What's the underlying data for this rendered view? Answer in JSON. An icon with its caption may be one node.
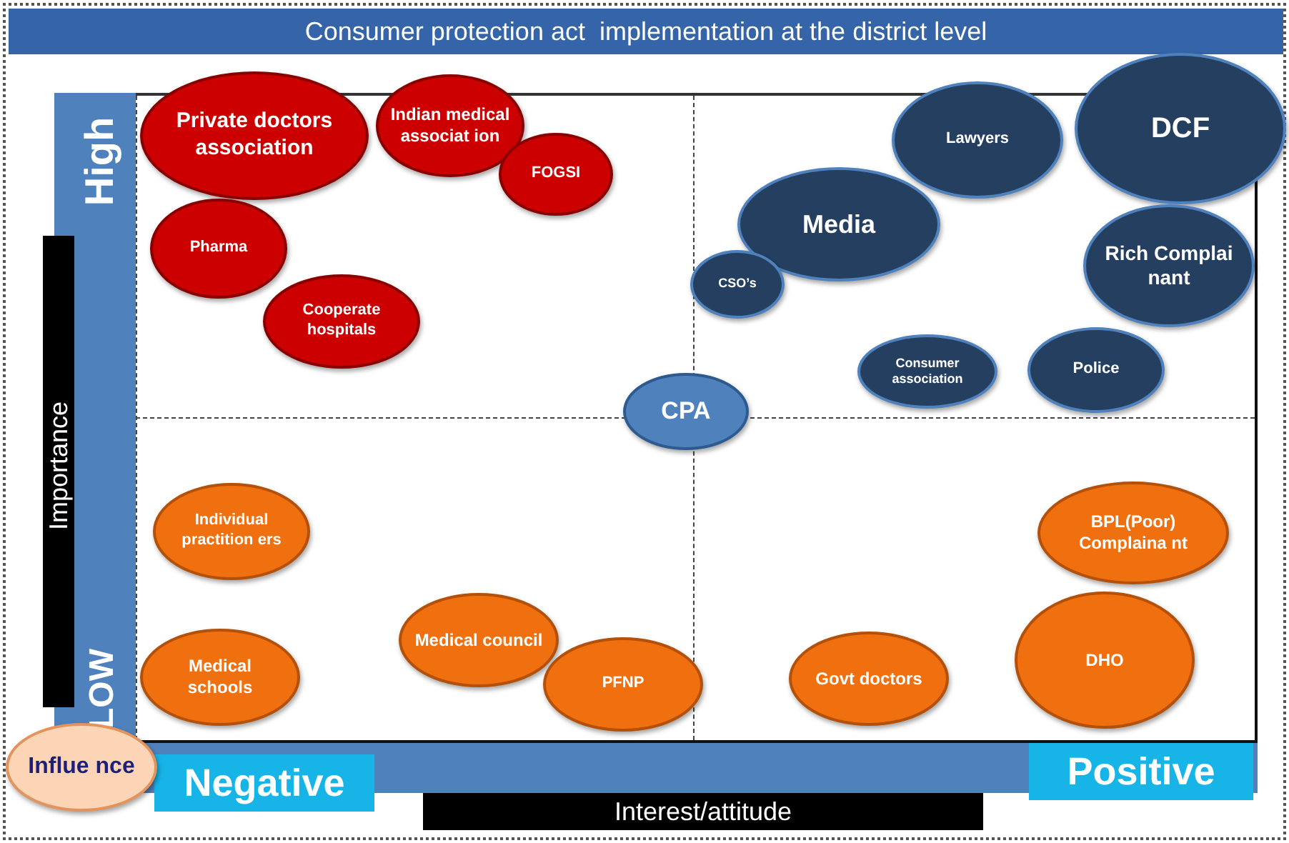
{
  "diagram": {
    "title": "Consumer protection act  implementation at the district level",
    "nodes": [
      {
        "text": [
          "Private doctors association"
        ]
      },
      {
        "text": [
          "Indian medical associat ion"
        ]
      },
      {
        "text": [
          "FOGSI"
        ]
      },
      {
        "text": [
          "Pharma"
        ]
      },
      {
        "text": [
          "Cooperate hospitals"
        ]
      },
      {
        "text": [
          "Lawyers"
        ]
      },
      {
        "text": [
          "DCF"
        ]
      },
      {
        "text": [
          "Media"
        ]
      },
      {
        "text": [
          "CSO’s"
        ]
      },
      {
        "text": [
          "Rich Complai nant"
        ]
      },
      {
        "text": [
          "Consumer association"
        ]
      },
      {
        "text": [
          "Police"
        ]
      },
      {
        "text": [
          "CPA"
        ]
      },
      {
        "text": [
          "Individual practition ers"
        ]
      },
      {
        "text": [
          "BPL(Poor) Complaina nt"
        ]
      },
      {
        "text": [
          "Medical council"
        ]
      },
      {
        "text": [
          "Medical schools"
        ]
      },
      {
        "text": [
          "PFNP"
        ]
      },
      {
        "text": [
          "Govt doctors"
        ]
      },
      {
        "text": [
          "DHO"
        ]
      },
      {
        "text": [
          "Influe nce"
        ]
      }
    ],
    "labels": [
      "High",
      "Importance",
      "LOW",
      "Negative",
      "Positive",
      "Interest/attitude"
    ]
  }
}
